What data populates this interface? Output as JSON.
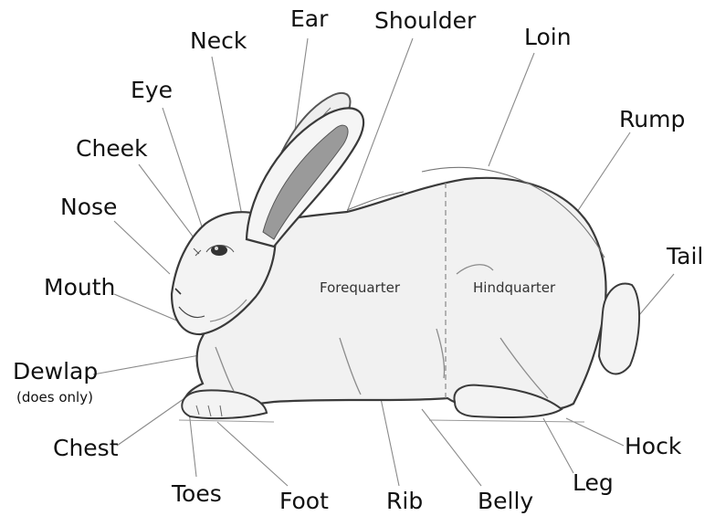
{
  "diagram": {
    "labels": {
      "ear": "Ear",
      "shoulder": "Shoulder",
      "neck": "Neck",
      "loin": "Loin",
      "eye": "Eye",
      "rump": "Rump",
      "cheek": "Cheek",
      "nose": "Nose",
      "tail": "Tail",
      "mouth": "Mouth",
      "dewlap": "Dewlap",
      "dewlap_note": "(does only)",
      "chest": "Chest",
      "hock": "Hock",
      "toes": "Toes",
      "foot": "Foot",
      "rib": "Rib",
      "belly": "Belly",
      "leg": "Leg"
    },
    "regions": {
      "forequarter": "Forequarter",
      "hindquarter": "Hindquarter"
    }
  }
}
